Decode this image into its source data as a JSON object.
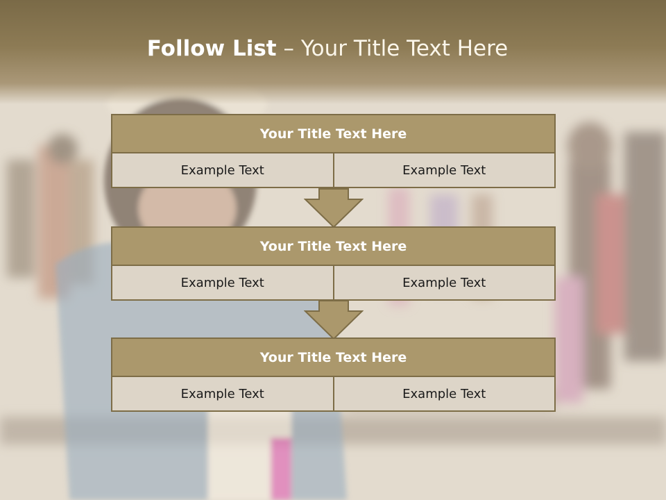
{
  "title": {
    "bold": "Follow List",
    "rest": " – Your Title Text Here"
  },
  "blocks": [
    {
      "title": "Your Title Text Here",
      "left": "Example Text",
      "right": "Example Text"
    },
    {
      "title": "Your Title Text Here",
      "left": "Example Text",
      "right": "Example Text"
    },
    {
      "title": "Your Title Text Here",
      "left": "Example Text",
      "right": "Example Text"
    }
  ],
  "colors": {
    "header": "#7a6a47",
    "block_title": "#ab986c",
    "block_cell": "#ddd5c8",
    "border": "#7d6d47"
  },
  "background": "faded photo of a crowd with a person in a denim jacket covering their face"
}
